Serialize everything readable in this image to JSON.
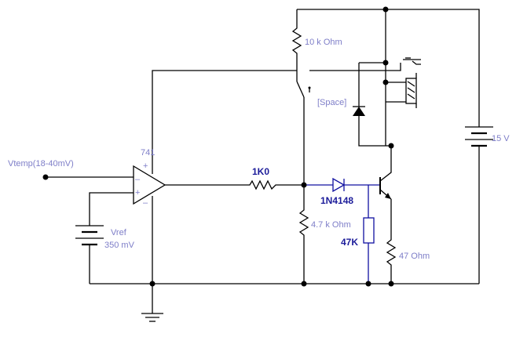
{
  "labels": {
    "r_pullup": "10 k Ohm",
    "switch": "[Space]",
    "opamp": "741",
    "input": "Vtemp(18-40mV)",
    "vref_name": "Vref",
    "vref_value": "350 mV",
    "r_series": "1K0",
    "diode": "1N4148",
    "r_bias": "4.7 k Ohm",
    "r_base": "47K",
    "r_emitter": "47  Ohm",
    "supply": "15 V",
    "plus_top": "+",
    "minus_top": "–",
    "plus_in": "+",
    "minus_out": "–"
  }
}
